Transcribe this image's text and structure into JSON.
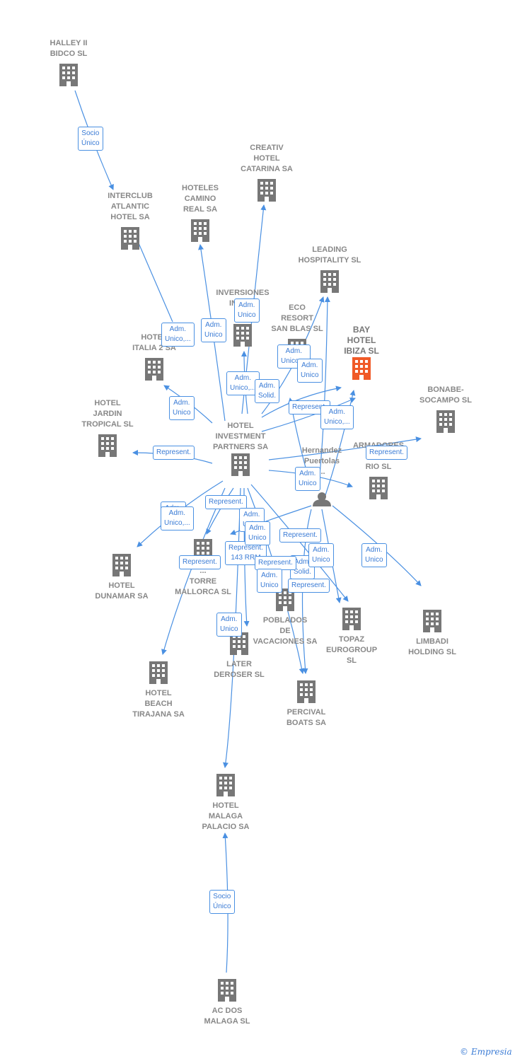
{
  "colors": {
    "edge": "#4a90e2",
    "building": "#777777",
    "focus_building": "#f05a28",
    "person": "#777777"
  },
  "nodes": [
    {
      "id": "halley",
      "label": "HALLEY II\nBIDCO  SL",
      "type": "company"
    },
    {
      "id": "interclub",
      "label": "INTERCLUB\nATLANTIC\nHOTEL SA",
      "type": "company"
    },
    {
      "id": "creativ",
      "label": "CREATIV\nHOTEL\nCATARINA SA",
      "type": "company"
    },
    {
      "id": "camino",
      "label": "HOTELES\nCAMINO\nREAL SA",
      "type": "company"
    },
    {
      "id": "leading",
      "label": "LEADING\nHOSPITALITY SL",
      "type": "company"
    },
    {
      "id": "inversiones",
      "label": "INVERSIONES\nINMO...\nO...",
      "type": "company"
    },
    {
      "id": "eco",
      "label": "ECO\nRESORT\nSAN BLAS SL",
      "type": "company"
    },
    {
      "id": "bay",
      "label": "BAY\nHOTEL\nIBIZA  SL",
      "type": "focus"
    },
    {
      "id": "italia",
      "label": "HOTEL\nITALIA 2 SA",
      "type": "company"
    },
    {
      "id": "bonabe",
      "label": "BONABE-\nSOCAMPO  SL",
      "type": "company"
    },
    {
      "id": "jardin",
      "label": "HOTEL\nJARDIN\nTROPICAL SL",
      "type": "company"
    },
    {
      "id": "hip",
      "label": "HOTEL\nINVESTMENT\nPARTNERS SA",
      "type": "company"
    },
    {
      "id": "hernandez",
      "label": "Hernandez\nPuertolas\n...",
      "type": "person"
    },
    {
      "id": "armadores",
      "label": "ARMADORES\nDE...\nRIO SL",
      "type": "company"
    },
    {
      "id": "dunamar",
      "label": "HOTEL\nDUNAMAR SA",
      "type": "company"
    },
    {
      "id": "torre",
      "label": "...\nTORRE\nMALLORCA SL",
      "type": "company"
    },
    {
      "id": "poblados",
      "label": "POBLADOS\nDE\nVACACIONES SA",
      "type": "company"
    },
    {
      "id": "topaz",
      "label": "TOPAZ\nEUROGROUP\nSL",
      "type": "company"
    },
    {
      "id": "limbadi",
      "label": "LIMBADI\nHOLDING  SL",
      "type": "company"
    },
    {
      "id": "later",
      "label": "LATER\nDEROSER SL",
      "type": "company"
    },
    {
      "id": "beach",
      "label": "HOTEL\nBEACH\nTIRAJANA SA",
      "type": "company"
    },
    {
      "id": "percival",
      "label": "PERCIVAL\nBOATS SA",
      "type": "company"
    },
    {
      "id": "malaga",
      "label": "HOTEL\nMALAGA\nPALACIO SA",
      "type": "company"
    },
    {
      "id": "acdos",
      "label": "AC DOS\nMALAGA  SL",
      "type": "company"
    }
  ],
  "edge_labels": [
    "Socio\nÚnico",
    "Adm.\nUnico,...",
    "Adm.\nUnico",
    "Adm.\nUnico",
    "Adm.\nUnico",
    "Represent.",
    "Adm.\nUnico",
    "Represent.",
    "Represent.",
    "Adm.\nUnico",
    "Represent.\n143 RRM",
    "Adm.\nUnico,...",
    "Adm.\nUnico,...",
    "Adm.\nSolid.",
    "Adm.\nUnico",
    "Represent.",
    "Adm.\nUnico,...",
    "Adm.\nUnico",
    "Represent.",
    "Adm.\nUnico",
    "Adm.\nUnico",
    "Represent.",
    "Adm.\nSolid.",
    "Adm.\nUnico",
    "Adm.\nUnico,...",
    "Represent.",
    "Adm.\nUnico",
    "Represent.",
    "Adm.\nUnico",
    "Socio\nÚnico"
  ],
  "footer": {
    "copyright": "©",
    "brand": "Empresia"
  }
}
